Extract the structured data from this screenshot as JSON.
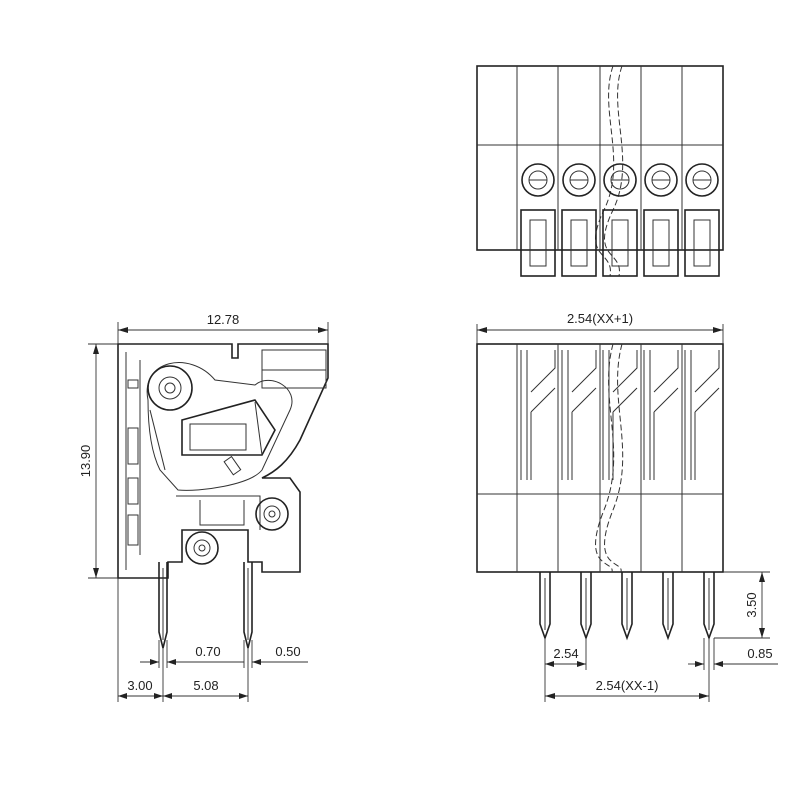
{
  "dimensions": {
    "width_total": "12.78",
    "height_total": "13.90",
    "pin_width": "0.70",
    "pin_offset": "0.50",
    "edge_offset": "3.00",
    "row_spacing": "5.08",
    "pitch_total": "2.54(XX+1)",
    "pin_length": "3.50",
    "pitch": "2.54",
    "pin_span": "2.54(XX-1)",
    "pin_diameter": "0.85"
  }
}
